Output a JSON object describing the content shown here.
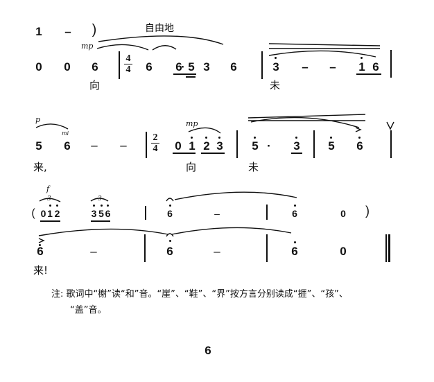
{
  "tempo_marking": "自由地",
  "dynamics": {
    "mp1": "mp",
    "p": "p",
    "mp2": "mp",
    "f": "f",
    "mi": "mi"
  },
  "line1_top": {
    "notes": [
      "1",
      "–",
      ")"
    ]
  },
  "line1": {
    "notes": [
      "0",
      "0",
      "6",
      "6",
      "6",
      "·",
      "5",
      "3",
      "6",
      "3",
      "–",
      "–",
      "1",
      "6"
    ],
    "time_signature": {
      "num": "4",
      "den": "4"
    },
    "lyrics": [
      "向",
      "未"
    ]
  },
  "line2": {
    "notes": [
      "5",
      "6",
      "–",
      "–",
      "0",
      "1",
      "2",
      "3",
      "5",
      "·",
      "3",
      "5",
      "6"
    ],
    "time_signature": {
      "num": "2",
      "den": "4"
    },
    "lyrics": [
      "来,",
      "向",
      "未"
    ],
    "breath_mark": "V"
  },
  "line3_top": {
    "open_paren": "(",
    "triplet1": [
      "0",
      "1",
      "2"
    ],
    "triplet2": [
      "3",
      "5",
      "6"
    ],
    "triplet_label": "3",
    "notes": [
      "6",
      "–",
      "6",
      "0"
    ],
    "close_paren": ")"
  },
  "line3": {
    "notes": [
      "6",
      "–",
      "6",
      "–",
      "6",
      "0"
    ],
    "lyrics": [
      "来!"
    ]
  },
  "footnote": {
    "line1": "注: 歌词中“榭”读“和”音。“崖”、“鞋”、“界”按方言分别读成“捱”、“孩”、",
    "line2": "“盖”音。"
  },
  "page_number": "6"
}
